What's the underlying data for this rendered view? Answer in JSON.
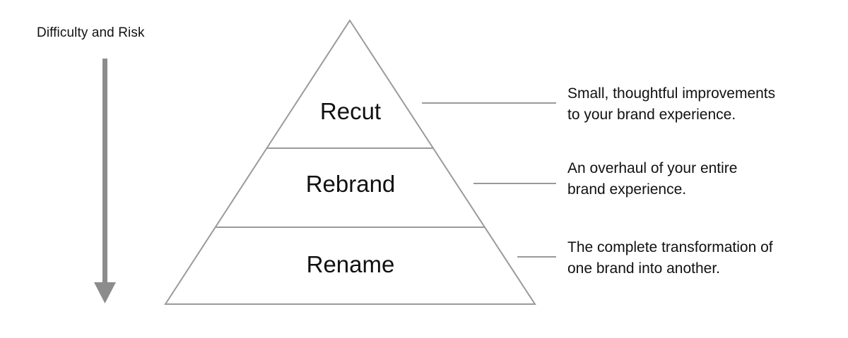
{
  "axis": {
    "label": "Difficulty and Risk",
    "direction": "down",
    "color": "#8c8c8c"
  },
  "pyramid": {
    "line_color": "#9a9a9a",
    "tiers": [
      {
        "label": "Recut",
        "description": [
          "Small, thoughtful improvements",
          "to your brand experience."
        ]
      },
      {
        "label": "Rebrand",
        "description": [
          "An overhaul of your entire",
          "brand experience."
        ]
      },
      {
        "label": "Rename",
        "description": [
          "The complete transformation of",
          "one brand into another."
        ]
      }
    ]
  }
}
